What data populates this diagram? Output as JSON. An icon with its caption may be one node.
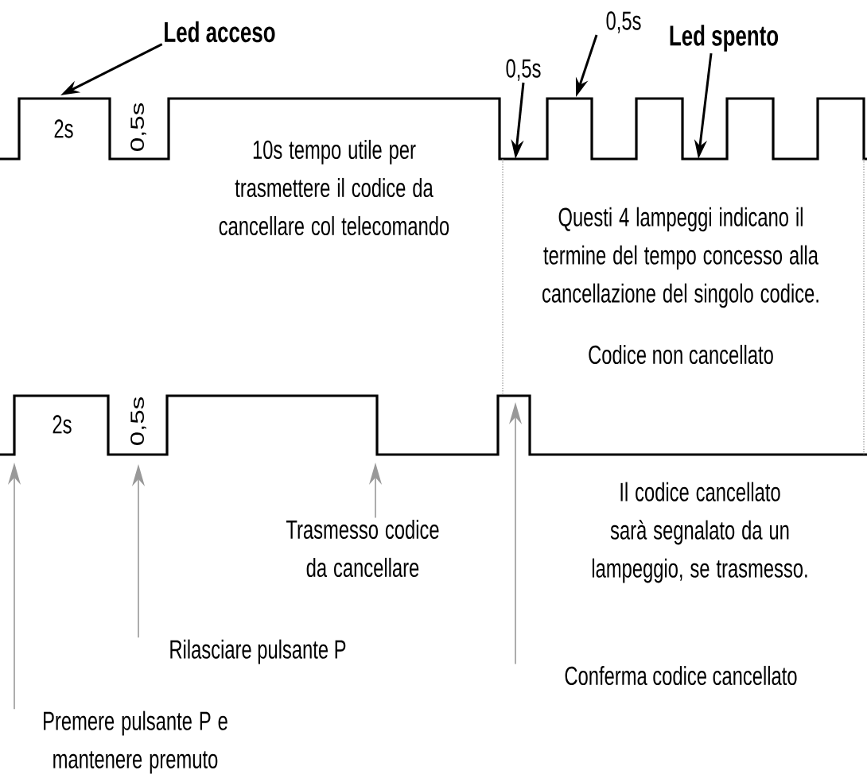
{
  "diagram": {
    "nodes": [
      {
        "text": [
          "Led acceso"
        ]
      },
      {
        "text": [
          "0,5s"
        ]
      },
      {
        "text": [
          "Led spento"
        ]
      },
      {
        "text": [
          "0,5s"
        ]
      },
      {
        "text": [
          "Trasmesso codice da cancellare"
        ]
      },
      {
        "text": [
          "Rilasciare pulsante P"
        ]
      },
      {
        "text": [
          "Conferma codice cancellato"
        ]
      },
      {
        "text": [
          "Premere pulsante P e mantenere premuto"
        ]
      }
    ],
    "edges": [
      {
        "from": 0,
        "to": null,
        "arrow": "to"
      },
      {
        "from": 1,
        "to": null,
        "arrow": "to"
      },
      {
        "from": 2,
        "to": null,
        "arrow": "to"
      },
      {
        "from": 3,
        "to": null,
        "arrow": "to"
      },
      {
        "from": 4,
        "to": null,
        "arrow": "to",
        "color": "#999999"
      },
      {
        "from": 5,
        "to": null,
        "arrow": "to",
        "color": "#999999"
      },
      {
        "from": 6,
        "to": null,
        "arrow": "to",
        "color": "#999999"
      },
      {
        "from": 7,
        "to": null,
        "arrow": "to",
        "color": "#999999"
      }
    ],
    "labels": [
      "2s",
      "0,5s",
      "10s tempo utile per trasmettere il codice da cancellare col telecomando",
      "Questi 4 lampeggi indicano il termine del tempo concesso alla cancellazione del singolo codice.",
      "Codice non cancellato",
      "2s",
      "0,5s",
      "Il codice cancellato sarà segnalato da un lampeggio, se trasmesso."
    ]
  }
}
